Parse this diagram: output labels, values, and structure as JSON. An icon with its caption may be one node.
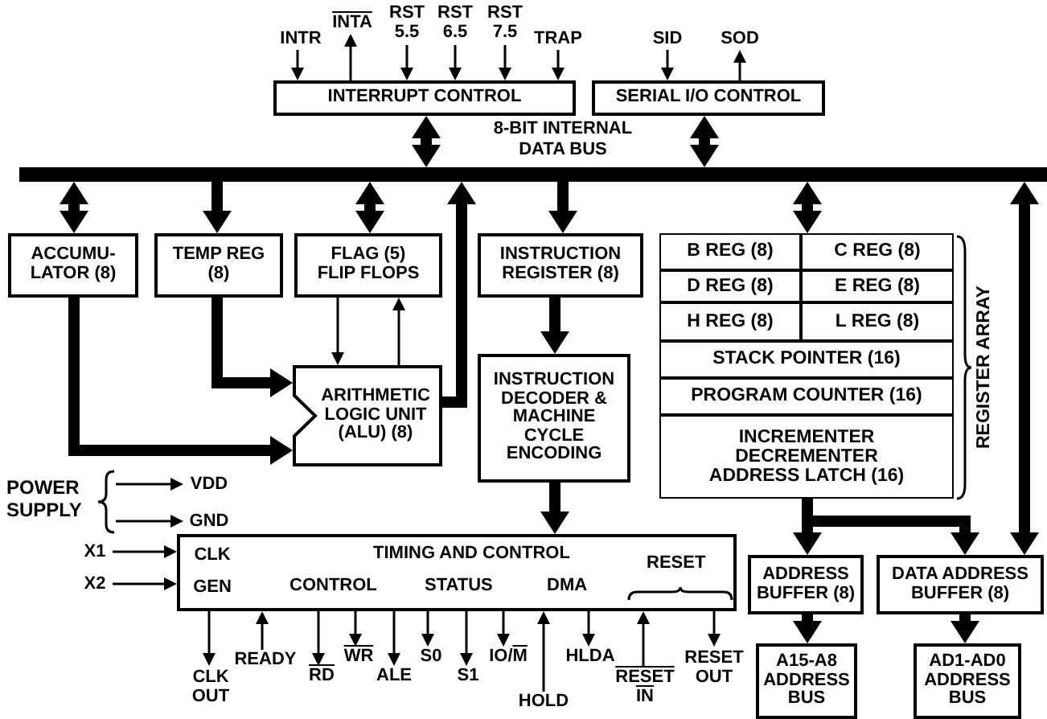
{
  "diagram": {
    "nodes": [
      {
        "text": [
          "INTR"
        ]
      },
      {
        "text": [
          "INTA"
        ]
      },
      {
        "text": [
          "RST 5.5"
        ]
      },
      {
        "text": [
          "RST 6.5"
        ]
      },
      {
        "text": [
          "RST 7.5"
        ]
      },
      {
        "text": [
          "TRAP"
        ]
      },
      {
        "text": [
          "INTERRUPT CONTROL"
        ]
      },
      {
        "text": [
          "SID"
        ]
      },
      {
        "text": [
          "SOD"
        ]
      },
      {
        "text": [
          "SERIAL I/O CONTROL"
        ]
      },
      {
        "text": [],
        "shape": "bar"
      },
      {
        "text": [
          "ACCUMU- LATOR (8)"
        ]
      },
      {
        "text": [
          "TEMP REG (8)"
        ]
      },
      {
        "text": [
          "FLAG (5) FLIP FLOPS"
        ]
      },
      {
        "text": [
          "ARITHMETIC LOGIC UNIT (ALU) (8)"
        ]
      },
      {
        "text": [
          "INSTRUCTION REGISTER (8)"
        ]
      },
      {
        "text": [
          "INSTRUCTION DECODER & MACHINE CYCLE ENCODING"
        ]
      },
      {
        "text": [
          "REGISTER ARRAY"
        ]
      },
      {
        "text": [
          "B REG (8)"
        ],
        "in": 17
      },
      {
        "text": [
          "C REG (8)"
        ],
        "in": 17
      },
      {
        "text": [
          "D REG (8)"
        ],
        "in": 17
      },
      {
        "text": [
          "E REG (8)"
        ],
        "in": 17
      },
      {
        "text": [
          "H REG (8)"
        ],
        "in": 17
      },
      {
        "text": [
          "L REG (8)"
        ],
        "in": 17
      },
      {
        "text": [
          "STACK POINTER (16)"
        ],
        "in": 17
      },
      {
        "text": [
          "PROGRAM COUNTER (16)"
        ],
        "in": 17
      },
      {
        "text": [
          "INCREMENTER DECREMENTER ADDRESS LATCH (16)"
        ],
        "in": 17
      },
      {
        "text": [
          "POWER SUPPLY"
        ]
      },
      {
        "text": [
          "VDD"
        ]
      },
      {
        "text": [
          "GND"
        ]
      },
      {
        "text": [
          "X1"
        ]
      },
      {
        "text": [
          "X2"
        ]
      },
      {
        "text": [
          "CLK GEN",
          "TIMING AND CONTROL",
          "CONTROL",
          "STATUS",
          "DMA",
          "RESET"
        ]
      },
      {
        "text": [
          "CLK OUT"
        ]
      },
      {
        "text": [
          "READY"
        ]
      },
      {
        "text": [
          "RD"
        ]
      },
      {
        "text": [
          "WR"
        ]
      },
      {
        "text": [
          "ALE"
        ]
      },
      {
        "text": [
          "S0"
        ]
      },
      {
        "text": [
          "S1"
        ]
      },
      {
        "text": [
          "IO/M"
        ]
      },
      {
        "text": [
          "HOLD"
        ]
      },
      {
        "text": [
          "HLDA"
        ]
      },
      {
        "text": [
          "RESET IN"
        ]
      },
      {
        "text": [
          "RESET OUT"
        ]
      },
      {
        "text": [
          "ADDRESS BUFFER (8)"
        ]
      },
      {
        "text": [
          "DATA ADDRESS BUFFER (8)"
        ]
      },
      {
        "text": [
          "A15-A8 ADDRESS BUS"
        ]
      },
      {
        "text": [
          "AD1-AD0 ADDRESS BUS"
        ]
      }
    ],
    "edges": [
      {
        "from": 0,
        "to": 6,
        "arrow": "to"
      },
      {
        "from": 6,
        "to": 1,
        "arrow": "to"
      },
      {
        "from": 2,
        "to": 6,
        "arrow": "to"
      },
      {
        "from": 3,
        "to": 6,
        "arrow": "to"
      },
      {
        "from": 4,
        "to": 6,
        "arrow": "to"
      },
      {
        "from": 5,
        "to": 6,
        "arrow": "to"
      },
      {
        "from": 7,
        "to": 9,
        "arrow": "to"
      },
      {
        "from": 9,
        "to": 8,
        "arrow": "to"
      },
      {
        "from": 6,
        "to": 10,
        "arrow": "both",
        "style": "thick"
      },
      {
        "from": 9,
        "to": 10,
        "arrow": "both",
        "style": "thick"
      },
      {
        "from": 10,
        "to": 11,
        "arrow": "both",
        "style": "thick"
      },
      {
        "from": 10,
        "to": 12,
        "arrow": "to",
        "style": "thick"
      },
      {
        "from": 10,
        "to": 13,
        "arrow": "both",
        "style": "thick"
      },
      {
        "from": 14,
        "to": 10,
        "arrow": "to",
        "style": "thick"
      },
      {
        "from": 10,
        "to": 15,
        "arrow": "to",
        "style": "thick"
      },
      {
        "from": 10,
        "to": 17,
        "arrow": "both",
        "style": "thick"
      },
      {
        "from": 10,
        "to": 46,
        "arrow": "both",
        "style": "thick"
      },
      {
        "from": 13,
        "to": 14,
        "arrow": "to"
      },
      {
        "from": 14,
        "to": 13,
        "arrow": "to"
      },
      {
        "from": 12,
        "to": 14,
        "arrow": "to",
        "style": "thick"
      },
      {
        "from": 11,
        "to": 14,
        "arrow": "to",
        "style": "thick"
      },
      {
        "from": 15,
        "to": 16,
        "arrow": "to",
        "style": "thick"
      },
      {
        "from": 16,
        "to": 32,
        "arrow": "to",
        "style": "thick"
      },
      {
        "from": 26,
        "to": 45,
        "arrow": "to",
        "style": "thick"
      },
      {
        "from": 26,
        "to": 46,
        "arrow": "to",
        "style": "thick"
      },
      {
        "from": 45,
        "to": 47,
        "arrow": "to",
        "style": "thick"
      },
      {
        "from": 46,
        "to": 48,
        "arrow": "to",
        "style": "thick"
      },
      {
        "from": 27,
        "to": 28,
        "arrow": "to"
      },
      {
        "from": 27,
        "to": 29,
        "arrow": "to"
      },
      {
        "from": 30,
        "to": 32,
        "arrow": "to"
      },
      {
        "from": 31,
        "to": 32,
        "arrow": "to"
      },
      {
        "from": 32,
        "to": 33,
        "arrow": "to"
      },
      {
        "from": 34,
        "to": 32,
        "arrow": "to"
      },
      {
        "from": 32,
        "to": 35,
        "arrow": "to"
      },
      {
        "from": 32,
        "to": 36,
        "arrow": "to"
      },
      {
        "from": 32,
        "to": 37,
        "arrow": "to"
      },
      {
        "from": 32,
        "to": 38,
        "arrow": "to"
      },
      {
        "from": 32,
        "to": 39,
        "arrow": "to"
      },
      {
        "from": 32,
        "to": 40,
        "arrow": "to"
      },
      {
        "from": 41,
        "to": 32,
        "arrow": "to"
      },
      {
        "from": 32,
        "to": 42,
        "arrow": "to"
      },
      {
        "from": 43,
        "to": 32,
        "arrow": "to"
      },
      {
        "from": 32,
        "to": 44,
        "arrow": "to"
      }
    ],
    "labels": [
      "8-BIT INTERNAL DATA BUS"
    ]
  }
}
